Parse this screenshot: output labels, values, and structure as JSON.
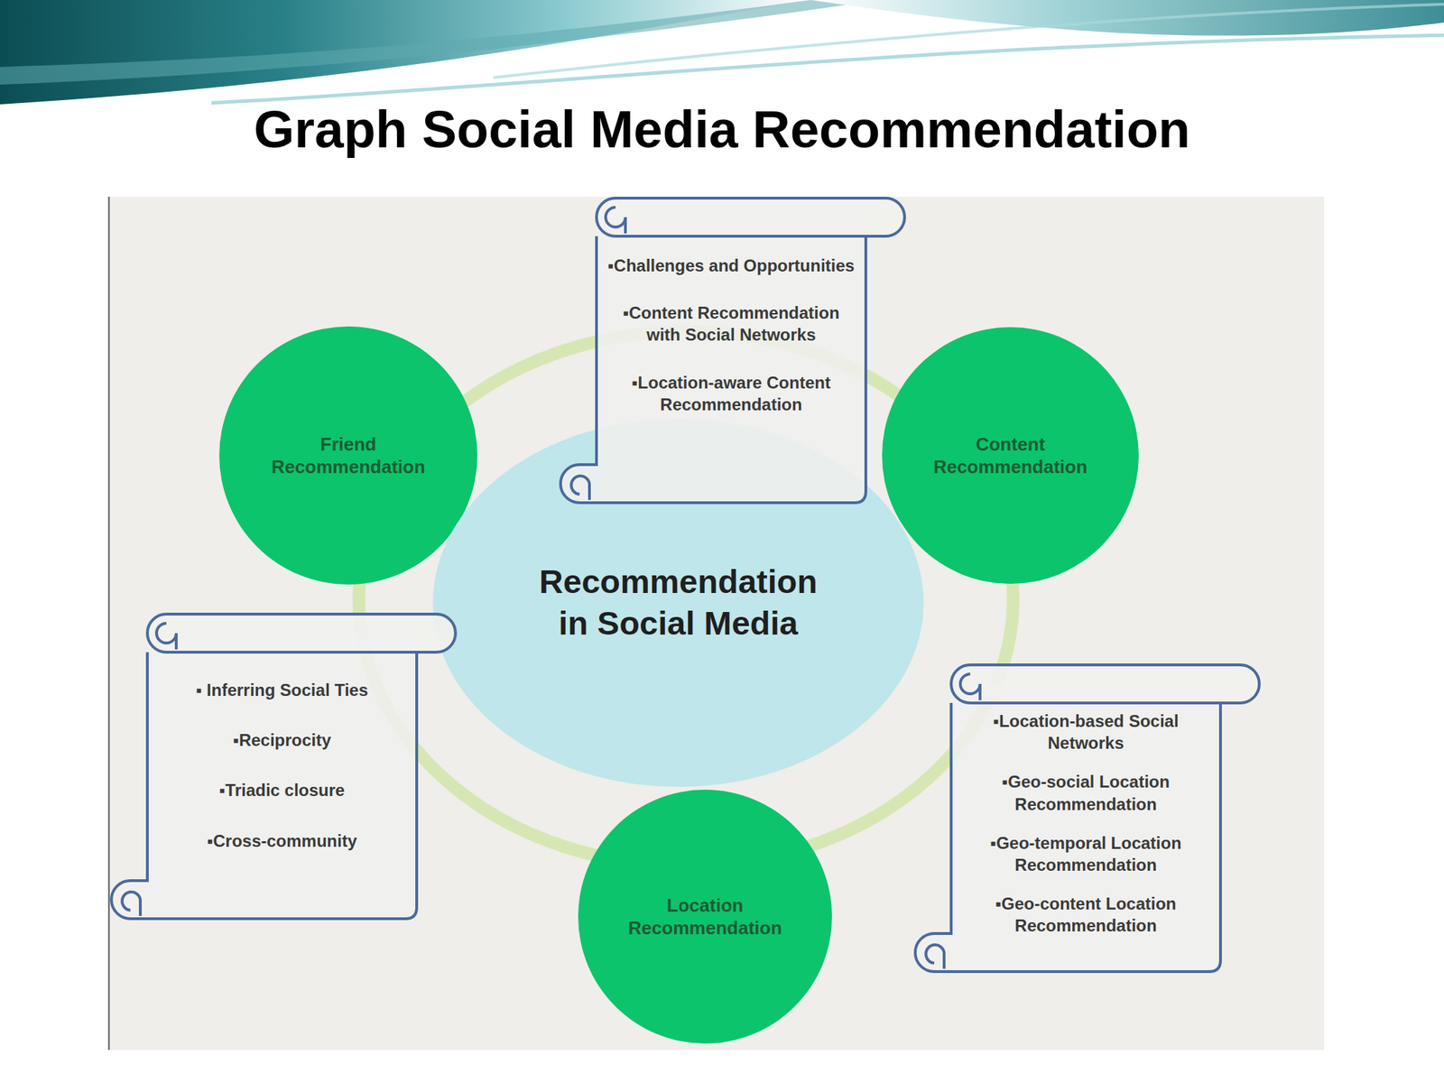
{
  "diagram": {
    "title": "Graph Social Media Recommendation",
    "nodes": [
      {
        "text": [
          "▪Challenges and Opportunities",
          "▪Content Recommendation with Social Networks",
          "▪Location-aware Content Recommendation"
        ]
      },
      {
        "text": [
          "Friend Recommendation"
        ]
      },
      {
        "text": [
          "Content Recommendation"
        ]
      },
      {
        "text": [
          "Recommendation in Social Media"
        ]
      },
      {
        "text": [
          "▪ Inferring Social Ties",
          "▪Reciprocity",
          "▪Triadic closure",
          "▪Cross-community"
        ]
      },
      {
        "text": [
          "▪Location-based Social Networks",
          "▪Geo-social Location Recommendation",
          "▪Geo-temporal Location Recommendation",
          "▪Geo-content Location Recommendation"
        ]
      },
      {
        "text": [
          "Location Recommendation"
        ]
      }
    ]
  }
}
